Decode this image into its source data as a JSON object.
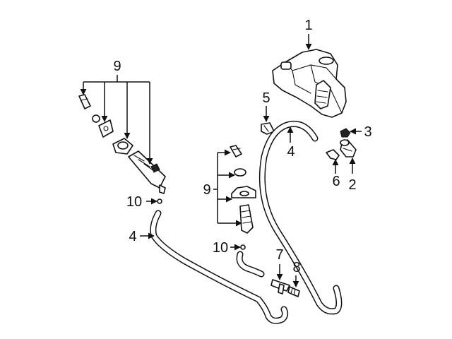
{
  "callouts": {
    "reservoir": "1",
    "pump": "2",
    "cap": "3",
    "hose_right": "4",
    "hose_left": "4",
    "clip": "5",
    "elbow": "6",
    "tee_connector": "7",
    "connector": "8",
    "nozzle_group_left": "9",
    "nozzle_group_center": "9",
    "o_ring_left": "10",
    "o_ring_center": "10"
  }
}
